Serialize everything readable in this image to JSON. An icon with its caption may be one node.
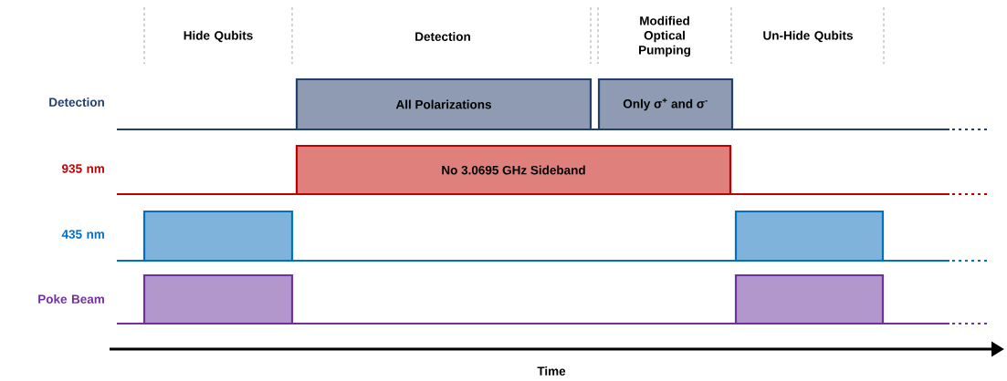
{
  "diagram": {
    "nodes": [
      {
        "text": [
          "All Polarizations"
        ]
      },
      {
        "text": [
          "Only σ$^{+}$ and σ$^{-}$"
        ]
      },
      {
        "text": [
          "No 3.0695 GHz Sideband"
        ]
      },
      {
        "text": [],
        "shape": "box"
      },
      {
        "text": [],
        "shape": "box"
      },
      {
        "text": [],
        "shape": "box"
      },
      {
        "text": [],
        "shape": "box"
      }
    ],
    "edges": [],
    "labels": [
      "Hide Qubits",
      "Detection",
      "Modified Optical Pumping",
      "Un-Hide Qubits",
      "Detection",
      "935 nm",
      "435 nm",
      "Poke Beam",
      "Time"
    ]
  }
}
